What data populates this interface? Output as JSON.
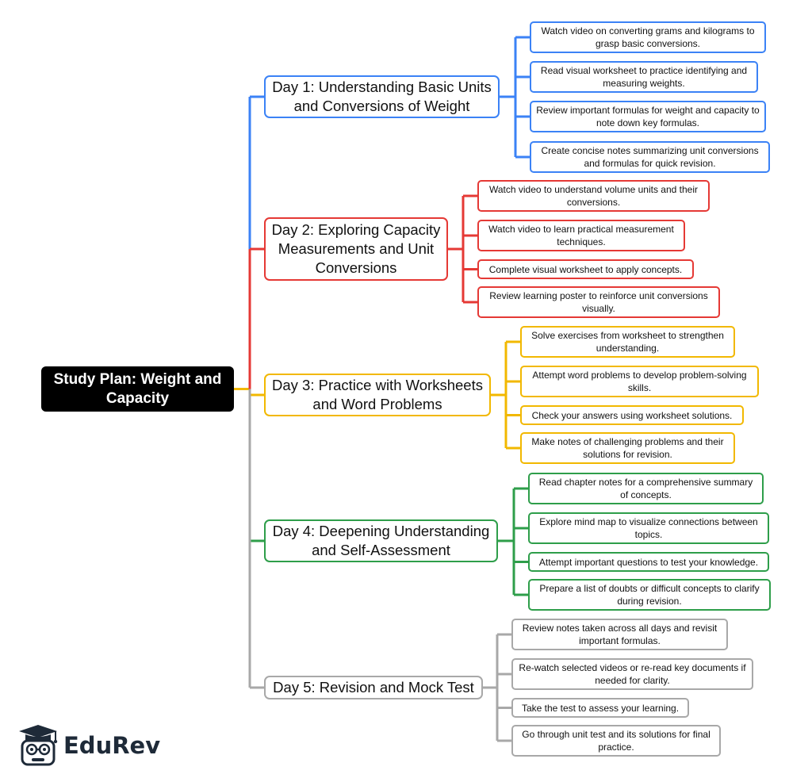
{
  "root": {
    "title": "Study Plan: Weight and Capacity"
  },
  "colors": {
    "day1": "#3b82f6",
    "day2": "#e53935",
    "day3": "#f2b800",
    "day4": "#2e9e4a",
    "day5": "#a8a8a8",
    "root_bg": "#000000"
  },
  "days": [
    {
      "title": "Day 1: Understanding Basic Units and Conversions of Weight",
      "tasks": [
        "Watch video on converting grams and kilograms to grasp basic conversions.",
        "Read visual worksheet to practice identifying and measuring weights.",
        "Review important formulas for weight and capacity to note down key formulas.",
        "Create concise notes summarizing unit conversions and formulas for quick revision."
      ]
    },
    {
      "title": "Day 2: Exploring Capacity Measurements and Unit Conversions",
      "tasks": [
        "Watch video to understand volume units and their conversions.",
        "Watch video to learn practical measurement techniques.",
        "Complete visual worksheet to apply concepts.",
        "Review learning poster to reinforce unit conversions visually."
      ]
    },
    {
      "title": "Day 3: Practice with Worksheets and Word Problems",
      "tasks": [
        "Solve exercises from worksheet to strengthen understanding.",
        "Attempt word problems to develop problem-solving skills.",
        "Check your answers using worksheet solutions.",
        "Make notes of challenging problems and their solutions for revision."
      ]
    },
    {
      "title": "Day 4: Deepening Understanding and Self-Assessment",
      "tasks": [
        "Read chapter notes for a comprehensive summary of concepts.",
        "Explore mind map to visualize connections between topics.",
        "Attempt important questions to test your knowledge.",
        "Prepare a list of doubts or difficult concepts to clarify during revision."
      ]
    },
    {
      "title": "Day 5: Revision and Mock Test",
      "tasks": [
        "Review notes taken across all days and revisit important formulas.",
        "Re-watch selected videos or re-read key documents if needed for clarity.",
        "Take the test to assess your learning.",
        "Go through unit test and its solutions for final practice."
      ]
    }
  ],
  "logo": {
    "text": "EduRev",
    "icon": "graduate-mascot-icon"
  }
}
